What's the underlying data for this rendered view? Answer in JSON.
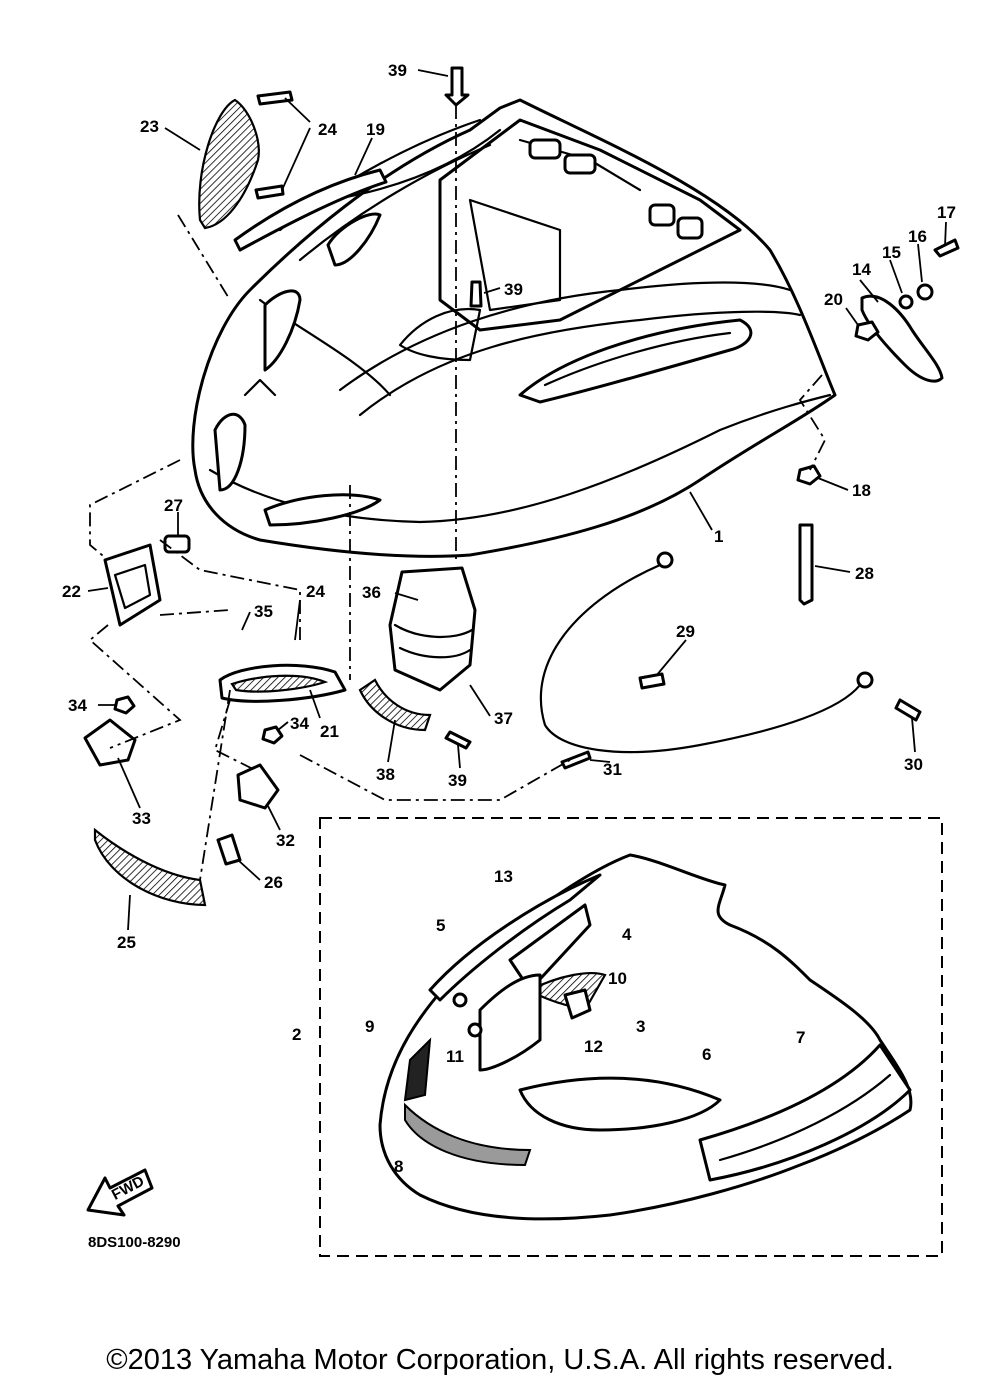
{
  "diagram": {
    "catalog_code": "8DS100-8290",
    "fwd_label": "FWD",
    "copyright": "©2013 Yamaha Motor Corporation, U.S.A. All rights reserved."
  },
  "callouts": [
    {
      "id": "1",
      "label": "1"
    },
    {
      "id": "2",
      "label": "2"
    },
    {
      "id": "3",
      "label": "3"
    },
    {
      "id": "4",
      "label": "4"
    },
    {
      "id": "5",
      "label": "5"
    },
    {
      "id": "6",
      "label": "6"
    },
    {
      "id": "7",
      "label": "7"
    },
    {
      "id": "8",
      "label": "8"
    },
    {
      "id": "9",
      "label": "9"
    },
    {
      "id": "10",
      "label": "10"
    },
    {
      "id": "11",
      "label": "11"
    },
    {
      "id": "12",
      "label": "12"
    },
    {
      "id": "13",
      "label": "13"
    },
    {
      "id": "14",
      "label": "14"
    },
    {
      "id": "15",
      "label": "15"
    },
    {
      "id": "16",
      "label": "16"
    },
    {
      "id": "17",
      "label": "17"
    },
    {
      "id": "18",
      "label": "18"
    },
    {
      "id": "19",
      "label": "19"
    },
    {
      "id": "20",
      "label": "20"
    },
    {
      "id": "21",
      "label": "21"
    },
    {
      "id": "22",
      "label": "22"
    },
    {
      "id": "23",
      "label": "23"
    },
    {
      "id": "24a",
      "label": "24"
    },
    {
      "id": "24b",
      "label": "24"
    },
    {
      "id": "25",
      "label": "25"
    },
    {
      "id": "26",
      "label": "26"
    },
    {
      "id": "27",
      "label": "27"
    },
    {
      "id": "28",
      "label": "28"
    },
    {
      "id": "29",
      "label": "29"
    },
    {
      "id": "30",
      "label": "30"
    },
    {
      "id": "31",
      "label": "31"
    },
    {
      "id": "32",
      "label": "32"
    },
    {
      "id": "33",
      "label": "33"
    },
    {
      "id": "34a",
      "label": "34"
    },
    {
      "id": "34b",
      "label": "34"
    },
    {
      "id": "35",
      "label": "35"
    },
    {
      "id": "36",
      "label": "36"
    },
    {
      "id": "37",
      "label": "37"
    },
    {
      "id": "38",
      "label": "38"
    },
    {
      "id": "39a",
      "label": "39"
    },
    {
      "id": "39b",
      "label": "39"
    },
    {
      "id": "39c",
      "label": "39"
    }
  ]
}
